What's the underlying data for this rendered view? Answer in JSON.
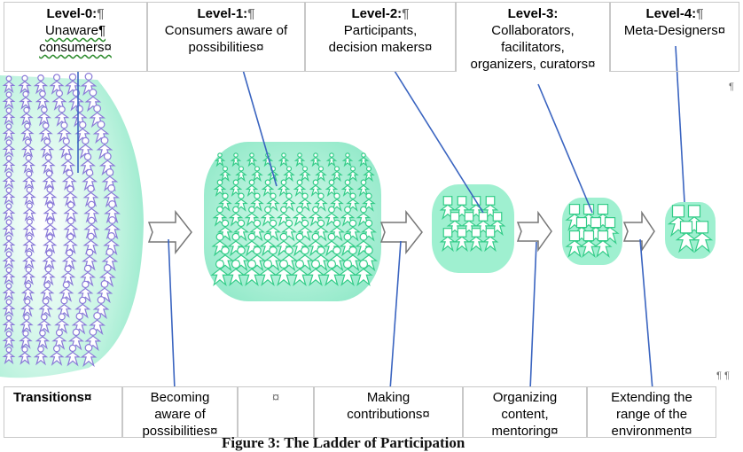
{
  "levels": [
    {
      "title": "Level-0:",
      "mark": "¶",
      "lines": "Unaware¶\nconsumers¤"
    },
    {
      "title": "Level-1:",
      "mark": "¶",
      "lines": "Consumers aware of\npossibilities¤"
    },
    {
      "title": "Level-2:",
      "mark": "¶",
      "lines": "Participants,\ndecision makers¤"
    },
    {
      "title": "Level-3:",
      "mark": "",
      "lines": "Collaborators,\nfacilitators,\norganizers, curators¤"
    },
    {
      "title": "Level-4:",
      "mark": "¶",
      "lines": "Meta-Designers¤"
    }
  ],
  "transitions": {
    "label": "Transitions¤",
    "items": [
      "Becoming\naware of\npossibilities¤",
      "¤",
      "Making\ncontributions¤",
      "Organizing\ncontent,\nmentoring¤",
      "Extending the\nrange of the\nenvironment¤"
    ]
  },
  "caption": "Figure 3: The Ladder of Participation",
  "colors": {
    "blob": "#a8f0d4",
    "blob_edge": "#7fe6c0",
    "level0_people": "#8a7ad8",
    "people": "#33cc88",
    "arrow_line": "#3a64c0"
  }
}
